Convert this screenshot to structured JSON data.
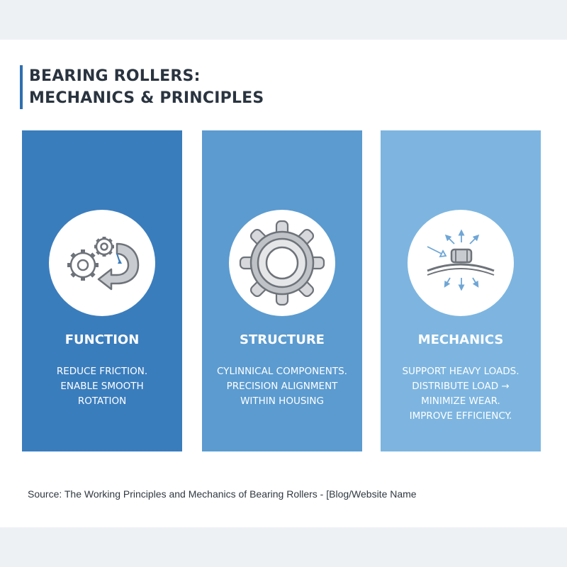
{
  "title": {
    "line1": "BEARING ROLLERS:",
    "line2": "MECHANICS & PRINCIPLES"
  },
  "colors": {
    "accent": "#2f6fb0",
    "card_function": "#3a7dbd",
    "card_structure": "#5b9bd0",
    "card_mechanics": "#7db5e0",
    "icon_gray": "#7a7f86"
  },
  "cards": [
    {
      "title": "FUNCTION",
      "icon": "gears-rotation-icon",
      "lines": [
        "REDUCE FRICTION.",
        "ENABLE SMOOTH",
        "ROTATION"
      ]
    },
    {
      "title": "STRUCTURE",
      "icon": "roller-bearing-icon",
      "lines": [
        "CYLINNICAL COMPONENTS.",
        "PRECISION ALIGNMENT",
        "WITHIN HOUSING"
      ]
    },
    {
      "title": "MECHANICS",
      "icon": "load-distribution-icon",
      "lines": [
        "SUPPORT HEAVY LOADS.",
        "DISTRIBUTE LOAD →",
        "MINIMIZE WEAR.",
        "IMPROVE EFFICIENCY."
      ]
    }
  ],
  "source": "Source: The Working Principles and Mechanics  of Bearing Rollers - [Blog/Website Name"
}
